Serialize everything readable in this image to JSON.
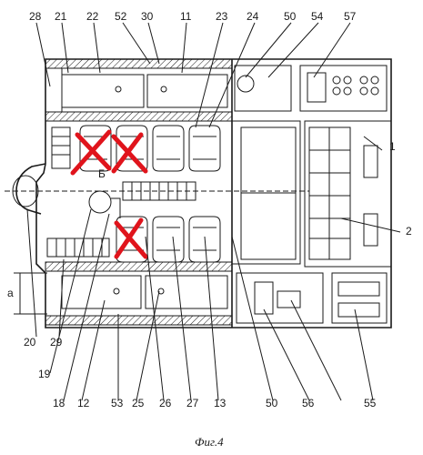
{
  "caption": "Фиг.4",
  "labels": {
    "n28": "28",
    "n21": "21",
    "n22": "22",
    "n52": "52",
    "n30": "30",
    "n11": "11",
    "n23": "23",
    "n24": "24",
    "n50a": "50",
    "n54": "54",
    "n57": "57",
    "n1": "1",
    "n2": "2",
    "nB": "Б",
    "na": "a",
    "n20": "20",
    "n29": "29",
    "n19": "19",
    "n18": "18",
    "n12": "12",
    "n53": "53",
    "n25": "25",
    "n26": "26",
    "n27": "27",
    "n13": "13",
    "n50b": "50",
    "n56": "56",
    "n55": "55"
  },
  "marks": {
    "count": 3,
    "color": "#e0141c"
  }
}
